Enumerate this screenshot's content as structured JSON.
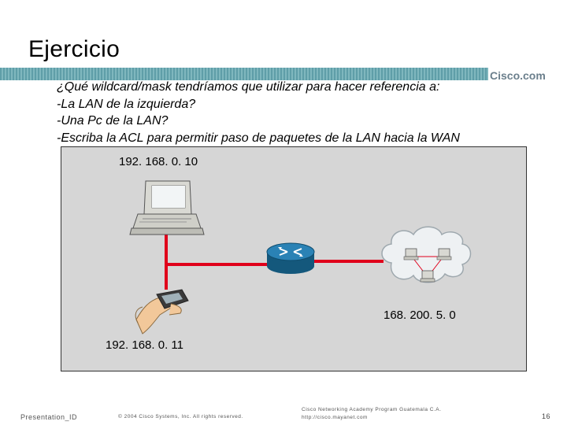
{
  "slide": {
    "title": "Ejercicio",
    "brand": "Cisco.com"
  },
  "question": {
    "lines": [
      "¿Qué wildcard/mask tendríamos que utilizar para hacer referencia a:",
      "-La LAN de la izquierda?",
      "-Una Pc de la LAN?",
      "-Escriba la ACL para permitir paso de paquetes de la LAN hacia la WAN"
    ]
  },
  "diagram": {
    "pc_ip": "192. 168. 0. 10",
    "handheld_ip": "192. 168. 0. 11",
    "wan_network": "168. 200. 5. 0",
    "link_color": "#e0001b",
    "router_color": "#1b6f9a"
  },
  "footer": {
    "presentation_id": "Presentation_ID",
    "copyright": "© 2004 Cisco Systems, Inc. All rights reserved.",
    "academy_line1": "Cisco Networking Academy Program  Guatemala  C.A.",
    "academy_line2": "http://cisco.mayanet.com",
    "page_number": "16"
  }
}
